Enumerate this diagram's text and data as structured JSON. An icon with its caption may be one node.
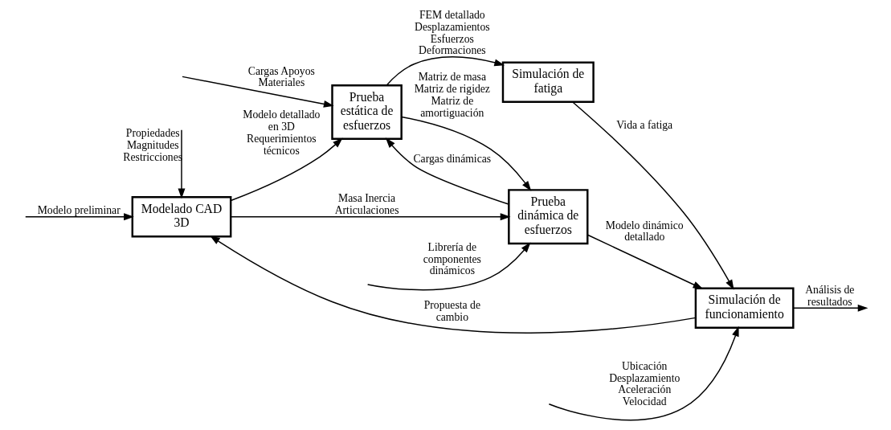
{
  "diagram": {
    "nodes": [
      {
        "text": [
          "Modelado CAD 3D"
        ]
      },
      {
        "text": [
          "Prueba estática de esfuerzos"
        ]
      },
      {
        "text": [
          "Simulación de fatiga"
        ]
      },
      {
        "text": [
          "Prueba dinámica de esfuerzos"
        ]
      },
      {
        "text": [
          "Simulación de funcionamiento"
        ]
      }
    ],
    "edges": [
      {
        "from": null,
        "to": 0,
        "arrow": "to",
        "label": "Modelo preliminar"
      },
      {
        "from": null,
        "to": 0,
        "arrow": "to",
        "label": "Propiedades Magnitudes Restricciones"
      },
      {
        "from": 0,
        "to": 1,
        "arrow": "to",
        "label": "Modelo detallado en 3D Requerimientos técnicos"
      },
      {
        "from": null,
        "to": 1,
        "arrow": "to",
        "label": "Cargas Apoyos Materiales"
      },
      {
        "from": 1,
        "to": 2,
        "arrow": "to",
        "label": "FEM detallado Desplazamientos Esfuerzos Deformaciones"
      },
      {
        "from": 0,
        "to": 3,
        "arrow": "to",
        "label": "Masa Inercia Articulaciones"
      },
      {
        "from": 1,
        "to": 3,
        "arrow": "to",
        "label": "Matriz de masa Matriz de rigidez Matriz de amortiguación"
      },
      {
        "from": 3,
        "to": 1,
        "arrow": "to",
        "label": "Cargas dinámicas"
      },
      {
        "from": null,
        "to": 3,
        "arrow": "to",
        "label": "Librería de componentes dinámicos"
      },
      {
        "from": 2,
        "to": 4,
        "arrow": "to",
        "label": "Vida a fatiga"
      },
      {
        "from": 3,
        "to": 4,
        "arrow": "to",
        "label": "Modelo dinámico detallado"
      },
      {
        "from": null,
        "to": 4,
        "arrow": "to",
        "label": "Ubicación Desplazamiento Aceleración Velocidad"
      },
      {
        "from": 4,
        "to": null,
        "arrow": "to",
        "label": "Análisis de resultados"
      },
      {
        "from": 4,
        "to": 0,
        "arrow": "to",
        "label": "Propuesta de cambio"
      }
    ]
  }
}
